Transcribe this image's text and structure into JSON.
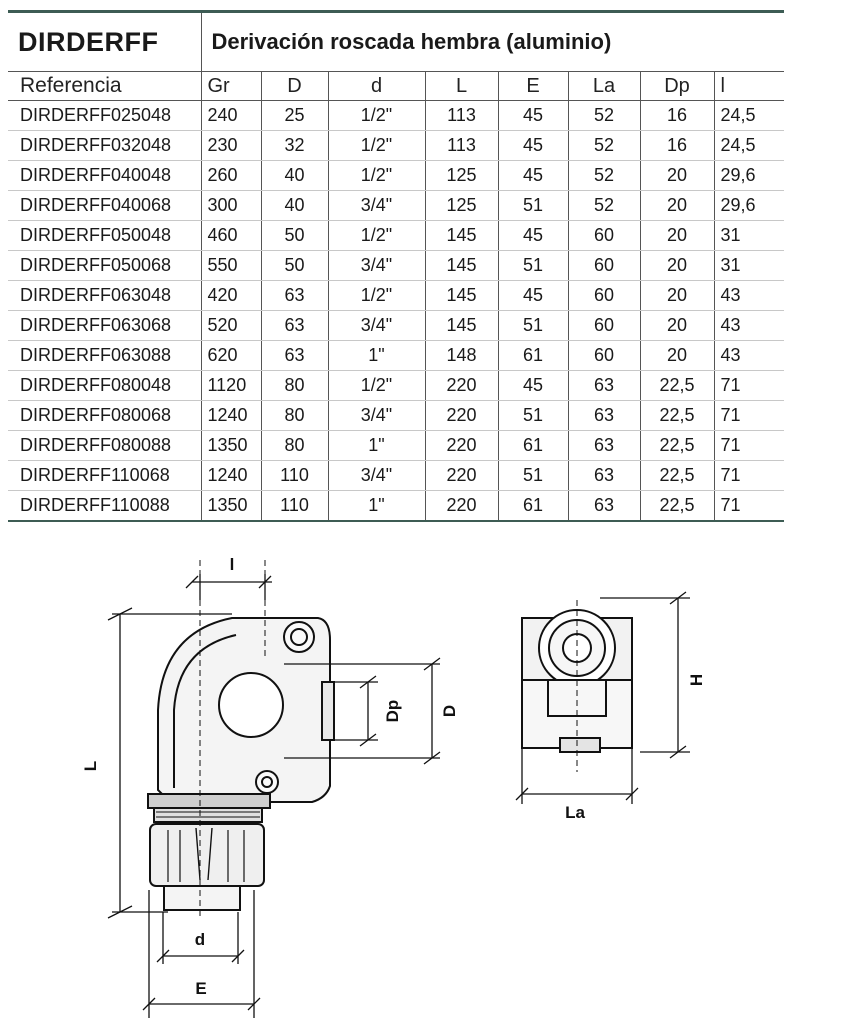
{
  "header": {
    "code": "DIRDERFF",
    "title": "Derivación roscada hembra (aluminio)"
  },
  "columns": [
    "Referencia",
    "Gr",
    "D",
    "d",
    "L",
    "E",
    "La",
    "Dp",
    "l"
  ],
  "rows": [
    [
      "DIRDERFF025048",
      "240",
      "25",
      "1/2\"",
      "113",
      "45",
      "52",
      "16",
      "24,5"
    ],
    [
      "DIRDERFF032048",
      "230",
      "32",
      "1/2\"",
      "113",
      "45",
      "52",
      "16",
      "24,5"
    ],
    [
      "DIRDERFF040048",
      "260",
      "40",
      "1/2\"",
      "125",
      "45",
      "52",
      "20",
      "29,6"
    ],
    [
      "DIRDERFF040068",
      "300",
      "40",
      "3/4\"",
      "125",
      "51",
      "52",
      "20",
      "29,6"
    ],
    [
      "DIRDERFF050048",
      "460",
      "50",
      "1/2\"",
      "145",
      "45",
      "60",
      "20",
      "31"
    ],
    [
      "DIRDERFF050068",
      "550",
      "50",
      "3/4\"",
      "145",
      "51",
      "60",
      "20",
      "31"
    ],
    [
      "DIRDERFF063048",
      "420",
      "63",
      "1/2\"",
      "145",
      "45",
      "60",
      "20",
      "43"
    ],
    [
      "DIRDERFF063068",
      "520",
      "63",
      "3/4\"",
      "145",
      "51",
      "60",
      "20",
      "43"
    ],
    [
      "DIRDERFF063088",
      "620",
      "63",
      "1\"",
      "148",
      "61",
      "60",
      "20",
      "43"
    ],
    [
      "DIRDERFF080048",
      "1120",
      "80",
      "1/2\"",
      "220",
      "45",
      "63",
      "22,5",
      "71"
    ],
    [
      "DIRDERFF080068",
      "1240",
      "80",
      "3/4\"",
      "220",
      "51",
      "63",
      "22,5",
      "71"
    ],
    [
      "DIRDERFF080088",
      "1350",
      "80",
      "1\"",
      "220",
      "61",
      "63",
      "22,5",
      "71"
    ],
    [
      "DIRDERFF110068",
      "1240",
      "110",
      "3/4\"",
      "220",
      "51",
      "63",
      "22,5",
      "71"
    ],
    [
      "DIRDERFF110088",
      "1350",
      "110",
      "1\"",
      "220",
      "61",
      "63",
      "22,5",
      "71"
    ]
  ],
  "drawing_labels": {
    "l": "l",
    "L": "L",
    "Dp": "Dp",
    "D": "D",
    "d": "d",
    "E": "E",
    "H": "H",
    "La": "La"
  }
}
